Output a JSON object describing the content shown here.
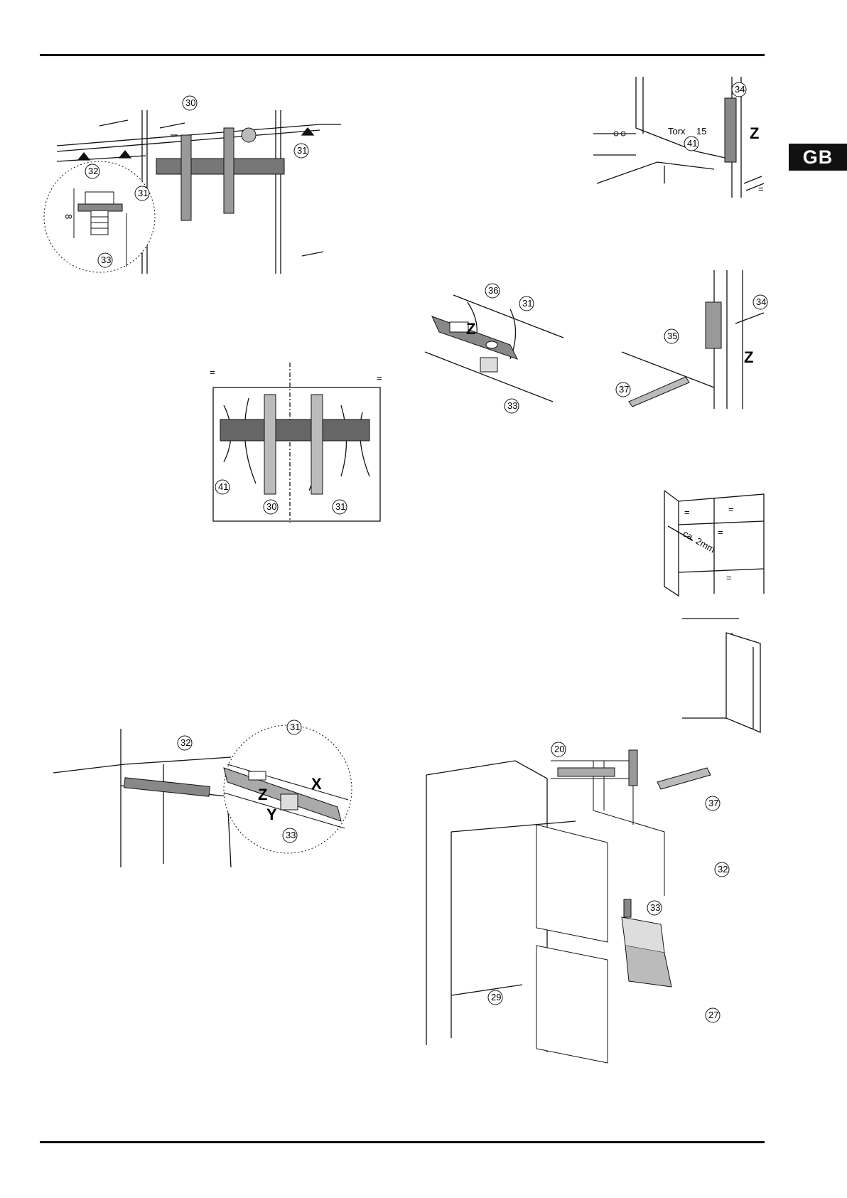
{
  "page": {
    "language_tab": "GB"
  },
  "figures": {
    "top_left": {
      "callouts": [
        "30",
        "31",
        "32",
        "31",
        "33"
      ],
      "dimension": "8"
    },
    "top_right": {
      "callouts": [
        "34",
        "41"
      ],
      "tool_label": "Torx",
      "tool_size": "15",
      "axis": "Z",
      "dimension": "="
    },
    "middle_left": {
      "callouts": [
        "41",
        "30",
        "31"
      ],
      "dimension_left": "=",
      "dimension_right": "="
    },
    "middle_center": {
      "callouts": [
        "36",
        "31",
        "33"
      ],
      "axis": "Z"
    },
    "middle_right": {
      "callouts": [
        "34",
        "35",
        "37"
      ],
      "axis": "Z"
    },
    "gap_detail": {
      "gap_label": "ca. 2mm",
      "marks": [
        "=",
        "=",
        "=",
        "="
      ]
    },
    "lower_left": {
      "callouts": [
        "32",
        "31",
        "33"
      ],
      "axes": [
        "Z",
        "X",
        "Y"
      ]
    },
    "bottom_right": {
      "callouts": [
        "20",
        "37",
        "32",
        "33",
        "29",
        "27"
      ]
    }
  }
}
